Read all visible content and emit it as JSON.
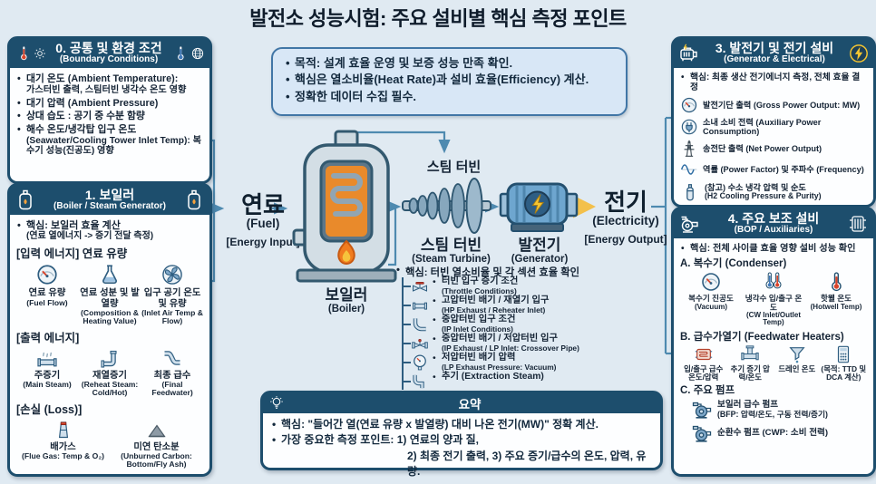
{
  "title": "발전소 성능시험: 주요 설비별 핵심 측정 포인트",
  "colors": {
    "background": "#e0eaf2",
    "panel_header": "#1d4e6d",
    "panel_border": "#1d4e6d",
    "panel_body": "#fdfeff",
    "info_box_bg": "#d8e7f6",
    "info_box_border": "#4176a6",
    "arrow_blue": "#4e8ab0",
    "arrow_yellow": "#f3c04b",
    "text_dark": "#13293d",
    "accent_red": "#d9452b"
  },
  "info_box": {
    "items": [
      "목적: 설계 효율 운영 및 보증 성능 만족 확인.",
      "핵심은 열소비율(Heat Rate)과 설비 효율(Efficiency) 계산.",
      "정확한 데이터 수집 필수."
    ]
  },
  "boundary_panel": {
    "title": "0. 공통 및 환경 조건",
    "subtitle": "(Boundary Conditions)",
    "icons": [
      "thermometer-icon",
      "sun-icon",
      "thermometer-icon",
      "globe-icon"
    ],
    "items": [
      {
        "text": "대기 온도 (Ambient Temperature):",
        "sub": "가스터빈 출력, 스팀터빈 냉각수 온도 영향"
      },
      {
        "text": "대기 압력 (Ambient Pressure)",
        "sub": ""
      },
      {
        "text": "상대 습도 : 공기 중 수분 함량",
        "sub": ""
      },
      {
        "text": "해수 온도/냉각탑 입구 온도",
        "sub": "(Seawater/Cooling Tower Inlet Temp): 복수기 성능(진공도) 영향"
      }
    ]
  },
  "boiler_panel": {
    "title": "1. 보일러",
    "subtitle": "(Boiler / Steam Generator)",
    "key": "핵심: 보일러 효율 계산",
    "key_sub": "(연료 열에너지 -> 증기 전달 측정)",
    "input_label": "[입력 에너지] 연료 유량",
    "input_items": [
      {
        "icon": "fuel-gauge-icon",
        "ko": "연료 유량",
        "en": "(Fuel Flow)"
      },
      {
        "icon": "flask-icon",
        "ko": "연료 성분 및 발열량",
        "en": "(Composition & Heating Value)"
      },
      {
        "icon": "fan-icon",
        "ko": "입구 공기 온도 및 유량",
        "en": "(Inlet Air Temp & Flow)"
      }
    ],
    "output_label": "[출력 에너지]",
    "output_items": [
      {
        "icon": "steam-pipe-icon",
        "ko": "주증기",
        "en": "(Main Steam)"
      },
      {
        "icon": "elbow-pipe-icon",
        "ko": "재열증기",
        "en": "(Reheat Steam: Cold/Hot)"
      },
      {
        "icon": "s-pipe-icon",
        "ko": "최종 급수",
        "en": "(Final Feedwater)"
      }
    ],
    "loss_label": "[손실 (Loss)]",
    "loss_items": [
      {
        "icon": "chimney-icon",
        "ko": "배가스",
        "en": "(Flue Gas: Temp & O₂)"
      },
      {
        "icon": "ash-pile-icon",
        "ko": "미연 탄소분",
        "en": "(Unburned Carbon: Bottom/Fly Ash)"
      }
    ]
  },
  "flow": {
    "fuel_ko": "연료",
    "fuel_en": "(Fuel)",
    "fuel_tag": "[Energy Input]",
    "boiler_ko": "보일러",
    "boiler_en": "(Boiler)",
    "turbine_top": "스팀 터빈",
    "turbine_ko": "스팀 터빈",
    "turbine_en": "(Steam Turbine)",
    "generator_ko": "발전기",
    "generator_en": "(Generator)",
    "electricity_ko": "전기",
    "electricity_en": "(Electricity)",
    "electricity_tag": "[Energy Output]"
  },
  "turbine_list": {
    "key": "핵심: 터빈 열소비율 및 각 섹션 효율 확인",
    "items": [
      {
        "icon": "valve-icon",
        "ko": "터빈 입구 증기 조건",
        "en": "(Throttle Conditions)"
      },
      {
        "icon": "pipe-icon",
        "ko": "고압터빈 배기 / 재열기 입구",
        "en": "(HP Exhaust / Reheater Inlet)"
      },
      {
        "icon": "curve-pipe-icon",
        "ko": "중압터빈 입구 조건",
        "en": "(IP Inlet Conditions)"
      },
      {
        "icon": "crossover-valve-icon",
        "ko": "중압터빈 배기 / 저압터빈 입구",
        "en": "(IP Exhaust / LP Inlet: Crossover Pipe)"
      },
      {
        "icon": "pressure-gauge-icon",
        "ko": "저압터빈 배기 압력",
        "en": "(LP Exhaust Pressure: Vacuum)"
      },
      {
        "icon": "extraction-pipe-icon",
        "ko": "추기 (Extraction Steam)",
        "en": ""
      }
    ]
  },
  "generator_panel": {
    "title": "3. 발전기 및 전기 설비",
    "subtitle": "(Generator & Electrical)",
    "key": "핵심: 최종 생산 전기에너지 측정, 전체 효율 결정",
    "items": [
      {
        "icon": "gauge-icon",
        "text": "발전기단 출력 (Gross Power Output: MW)",
        "sub": ""
      },
      {
        "icon": "plug-icon",
        "text": "소내 소비 전력 (Auxiliary Power Consumption)",
        "sub": ""
      },
      {
        "icon": "transmission-tower-icon",
        "text": "송전단 출력 (Net Power Output)",
        "sub": ""
      },
      {
        "icon": "sine-wave-icon",
        "text": "역률 (Power Factor) 및 주파수 (Frequency)",
        "sub": ""
      },
      {
        "icon": "gas-cylinder-icon",
        "text": "(참고) 수소 냉각 압력 및 순도",
        "sub": "(H2 Cooling Pressure & Purity)"
      }
    ]
  },
  "bop_panel": {
    "title": "4. 주요 보조 설비",
    "subtitle": "(BOP / Auxiliaries)",
    "key": "핵심: 전체 사이클 효율 영향 설비 성능 확인",
    "section_a": "A. 복수기 (Condenser)",
    "a_items": [
      {
        "icon": "vacuum-gauge-icon",
        "ko": "복수기 진공도",
        "en": "(Vacuum)"
      },
      {
        "icon": "dual-thermometer-icon",
        "ko": "냉각수 입/출구 온도",
        "en": "(CW Inlet/Outlet Temp)"
      },
      {
        "icon": "thermometer-icon",
        "ko": "핫웰 온도",
        "en": "(Hotwell Temp)"
      }
    ],
    "section_b": "B. 급수가열기 (Feedwater Heaters)",
    "b_items": [
      {
        "icon": "heat-exchanger-icon",
        "ko": "입/출구 급수 온도/압력"
      },
      {
        "icon": "pipe-tee-icon",
        "ko": "추기 증기 압력/온도"
      },
      {
        "icon": "funnel-icon",
        "ko": "드레인 온도"
      },
      {
        "icon": "calculator-icon",
        "ko": "(목적: TTD 및 DCA 계산)"
      }
    ],
    "section_c": "C. 주요 펌프",
    "c_items": [
      {
        "icon": "pump-icon",
        "ko": "보일러 급수 펌프",
        "en": "(BFP: 압력/온도, 구동 전력/증기)"
      },
      {
        "icon": "pump-icon",
        "ko": "순환수 펌프 (CWP: 소비 전력)",
        "en": ""
      }
    ]
  },
  "summary": {
    "title": "요약",
    "lines": [
      "핵심: \"들어간 열(연료 유량 x 발열량) 대비 나온 전기(MW)\" 정확 계산.",
      "가장 중요한 측정 포인트: 1) 연료의 양과 질,",
      "2) 최종 전기 출력, 3) 주요 증기/급수의 온도, 압력, 유량."
    ]
  }
}
